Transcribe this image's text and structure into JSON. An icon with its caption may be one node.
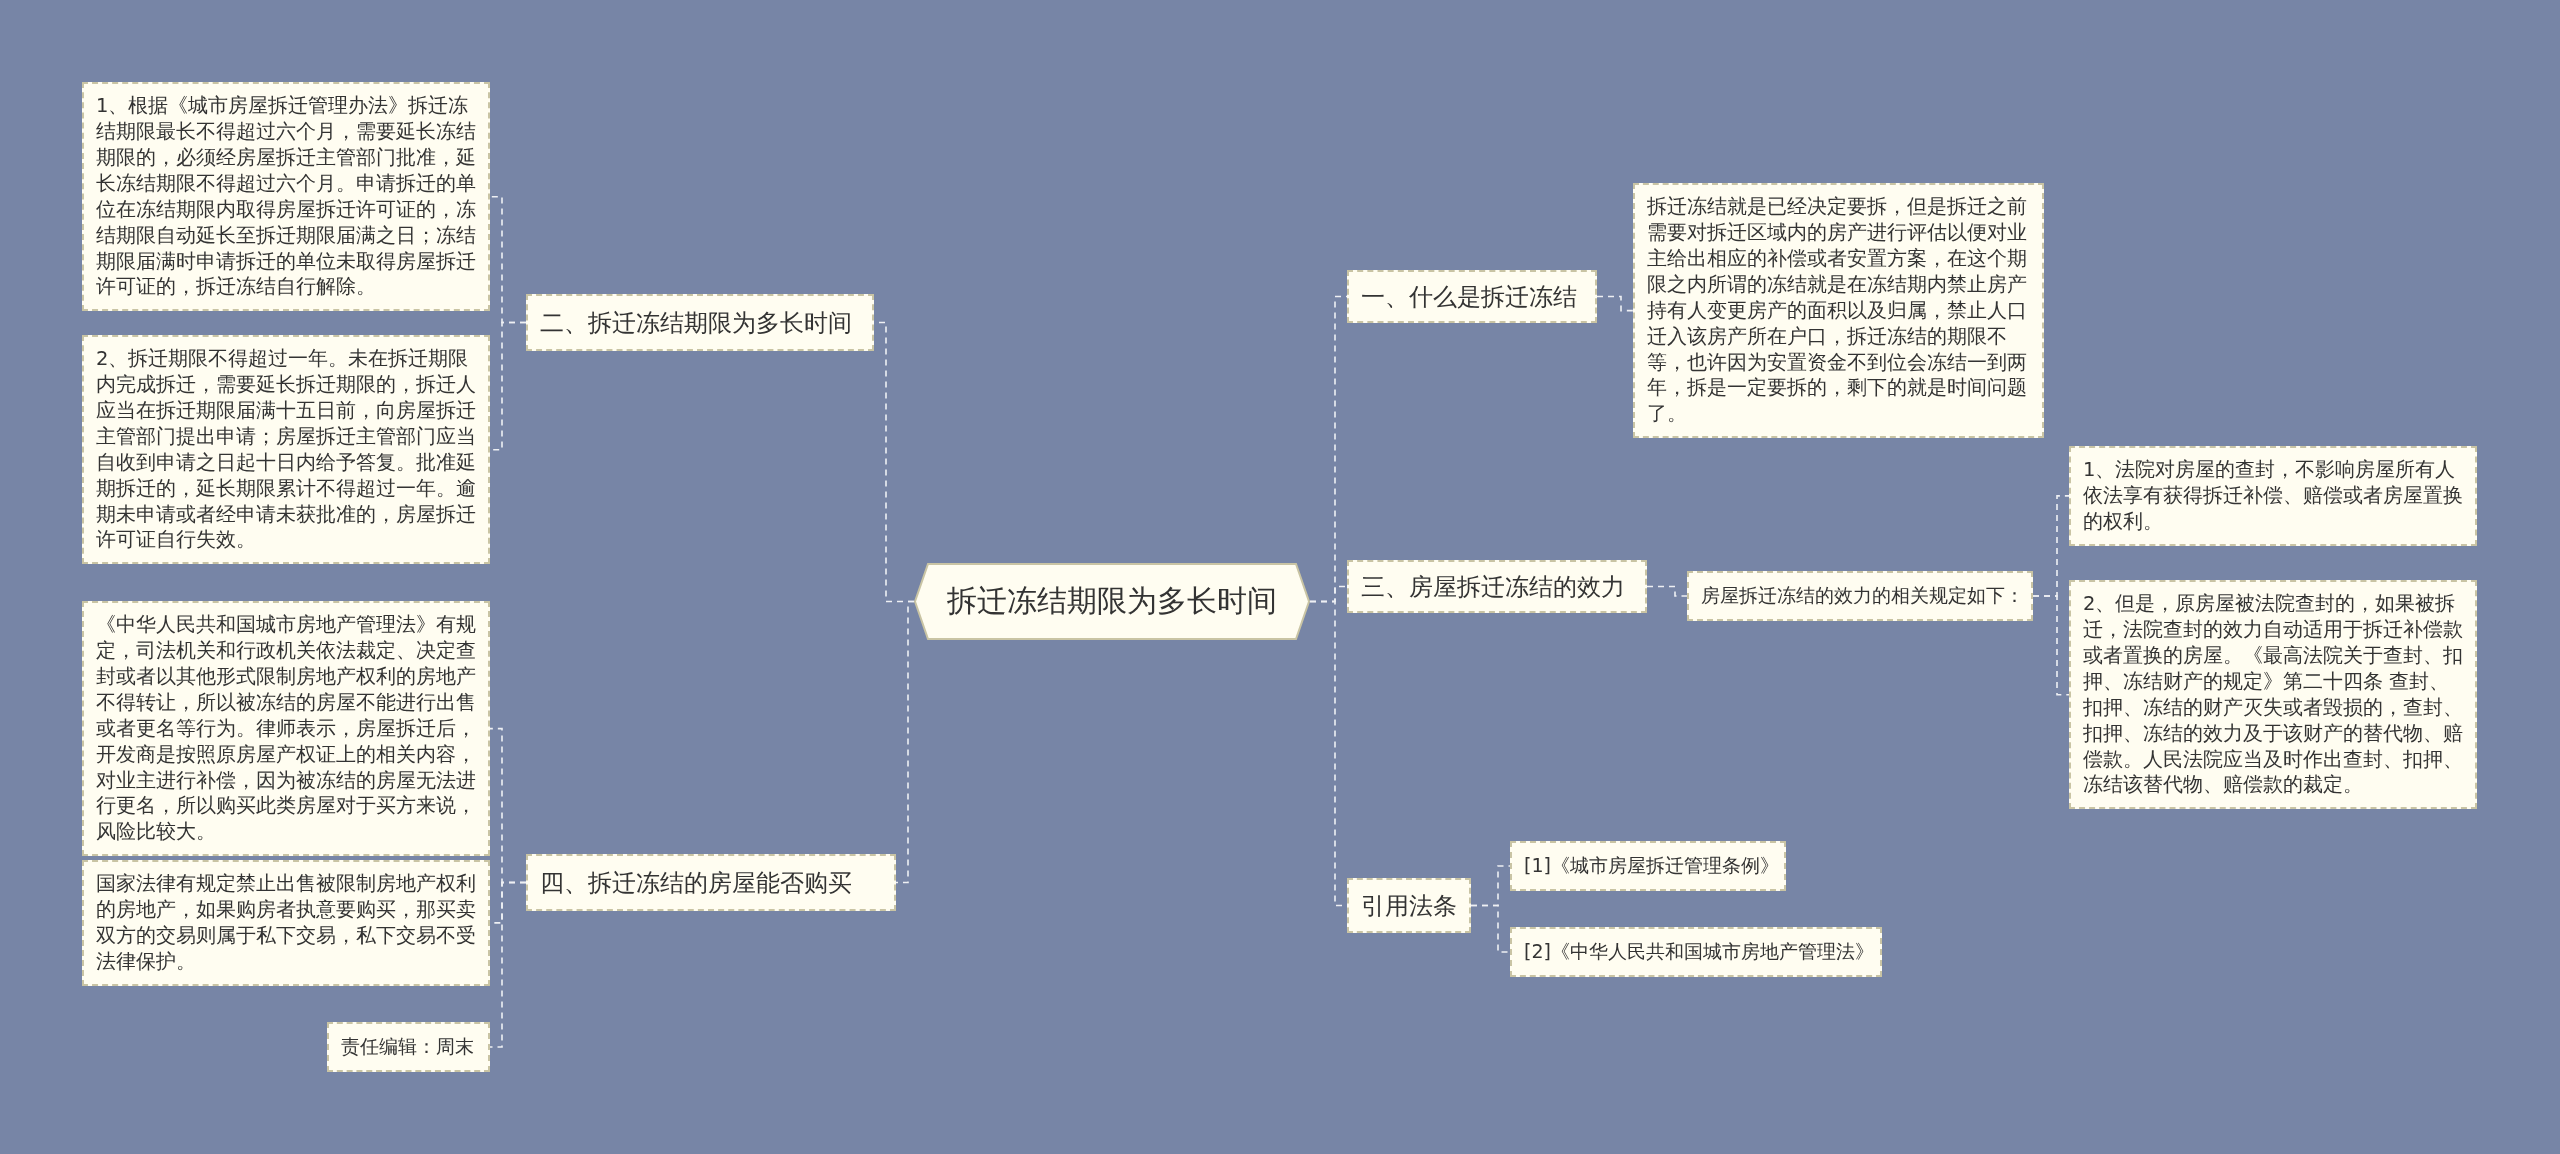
{
  "diagram": {
    "nodes": [
      {
        "text": [
          "拆迁冻结期限为多长时间"
        ]
      },
      {
        "text": [
          "二、拆迁冻结期限为多长时间"
        ]
      },
      {
        "text": [
          "1、根据《城市房屋拆迁管理办法》拆迁冻结期限最长不得超过六个月，需要延长冻结期限的，必须经房屋拆迁主管部门批准，延长冻结期限不得超过六个月。申请拆迁的单位在冻结期限内取得房屋拆迁许可证的，冻结期限自动延长至拆迁期限届满之日；冻结期限届满时申请拆迁的单位未取得房屋拆迁许可证的，拆迁冻结自行解除。"
        ]
      },
      {
        "text": [
          "2、拆迁期限不得超过一年。未在拆迁期限内完成拆迁，需要延长拆迁期限的，拆迁人应当在拆迁期限届满十五日前，向房屋拆迁主管部门提出申请；房屋拆迁主管部门应当自收到申请之日起十日内给予答复。批准延期拆迁的，延长期限累计不得超过一年。逾期未申请或者经申请未获批准的，房屋拆迁许可证自行失效。"
        ]
      },
      {
        "text": [
          "四、拆迁冻结的房屋能否购买"
        ]
      },
      {
        "text": [
          "《中华人民共和国城市房地产管理法》有规定，司法机关和行政机关依法裁定、决定查封或者以其他形式限制房地产权利的房地产不得转让，所以被冻结的房屋不能进行出售或者更名等行为。律师表示，房屋拆迁后，开发商是按照原房屋产权证上的相关内容，对业主进行补偿，因为被冻结的房屋无法进行更名，所以购买此类房屋对于买方来说，风险比较大。"
        ]
      },
      {
        "text": [
          "国家法律有规定禁止出售被限制房地产权利的房地产，如果购房者执意要购买，那买卖双方的交易则属于私下交易，私下交易不受法律保护。"
        ]
      },
      {
        "text": [
          "责任编辑：周末"
        ]
      },
      {
        "text": [
          "一、什么是拆迁冻结"
        ]
      },
      {
        "text": [
          "拆迁冻结就是已经决定要拆，但是拆迁之前需要对拆迁区域内的房产进行评估以便对业主给出相应的补偿或者安置方案，在这个期限之内所谓的冻结就是在冻结期内禁止房产持有人变更房产的面积以及归属，禁止人口迁入该房产所在户口，拆迁冻结的期限不等，也许因为安置资金不到位会冻结一到两年，拆是一定要拆的，剩下的就是时间问题了。"
        ]
      },
      {
        "text": [
          "三、房屋拆迁冻结的效力"
        ]
      },
      {
        "text": [
          "房屋拆迁冻结的效力的相关规定如下："
        ]
      },
      {
        "text": [
          "1、法院对房屋的查封，不影响房屋所有人依法享有获得拆迁补偿、赔偿或者房屋置换的权利。"
        ]
      },
      {
        "text": [
          "2、但是，原房屋被法院查封的，如果被拆迁，法院查封的效力自动适用于拆迁补偿款或者置换的房屋。《最高法院关于查封、扣押、冻结财产的规定》第二十四条 查封、扣押、冻结的财产灭失或者毁损的，查封、扣押、冻结的效力及于该财产的替代物、赔偿款。人民法院应当及时作出查封、扣押、冻结该替代物、赔偿款的裁定。"
        ]
      },
      {
        "text": [
          "引用法条"
        ]
      },
      {
        "text": [
          "[1]《城市房屋拆迁管理条例》"
        ]
      },
      {
        "text": [
          "[2]《中华人民共和国城市房地产管理法》"
        ]
      }
    ],
    "edges": [
      {
        "from": 0,
        "to": 1,
        "arrow": "none"
      },
      {
        "from": 1,
        "to": 2,
        "arrow": "none"
      },
      {
        "from": 1,
        "to": 3,
        "arrow": "none"
      },
      {
        "from": 0,
        "to": 4,
        "arrow": "none"
      },
      {
        "from": 4,
        "to": 5,
        "arrow": "none"
      },
      {
        "from": 4,
        "to": 6,
        "arrow": "none"
      },
      {
        "from": 4,
        "to": 7,
        "arrow": "none"
      },
      {
        "from": 0,
        "to": 8,
        "arrow": "none"
      },
      {
        "from": 8,
        "to": 9,
        "arrow": "none"
      },
      {
        "from": 0,
        "to": 10,
        "arrow": "none"
      },
      {
        "from": 10,
        "to": 11,
        "arrow": "none"
      },
      {
        "from": 11,
        "to": 12,
        "arrow": "none"
      },
      {
        "from": 11,
        "to": 13,
        "arrow": "none"
      },
      {
        "from": 0,
        "to": 14,
        "arrow": "none"
      },
      {
        "from": 14,
        "to": 15,
        "arrow": "none"
      },
      {
        "from": 14,
        "to": 16,
        "arrow": "none"
      }
    ]
  }
}
